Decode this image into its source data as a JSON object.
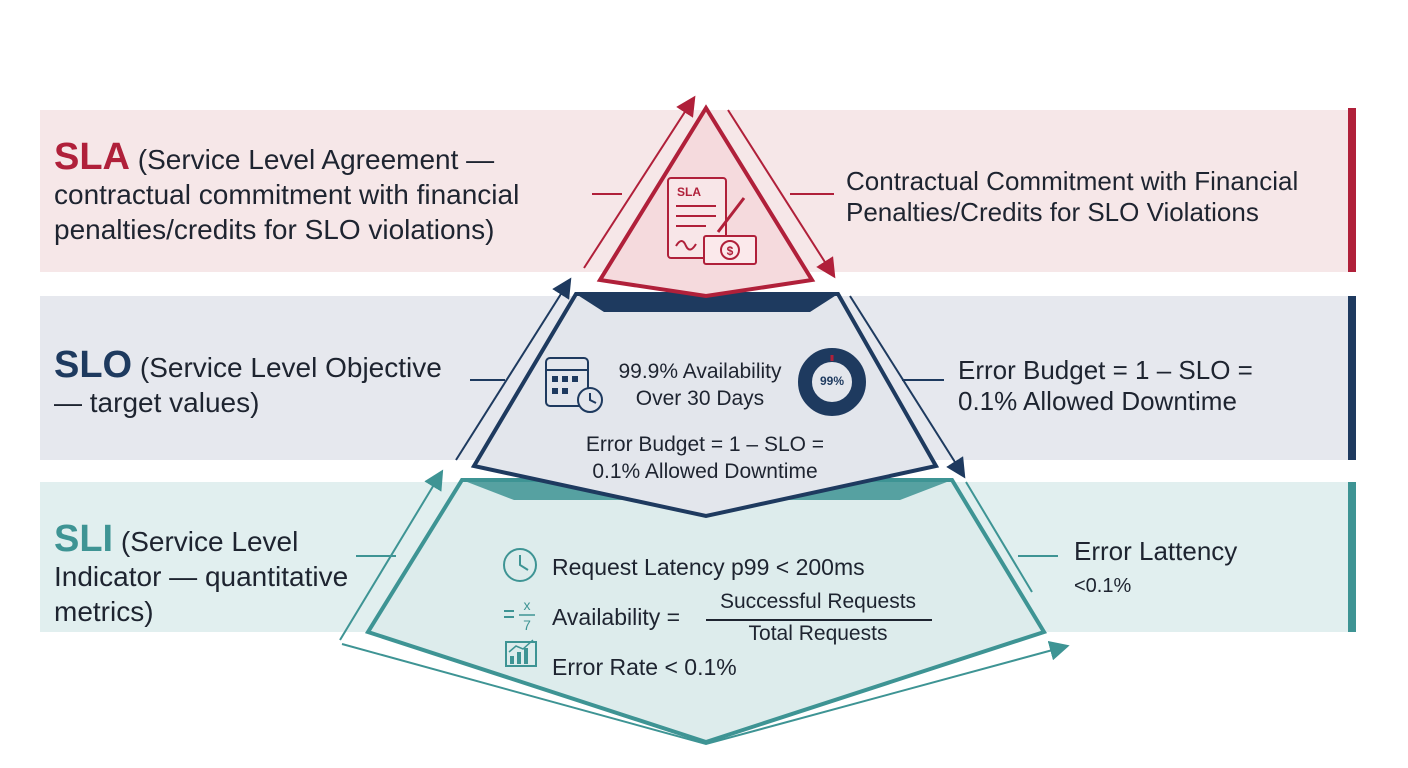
{
  "tiers": {
    "sla": {
      "acronym": "SLA",
      "left_description": "(Service Level Agreement — contractual commitment with financial penalties/credits for SLO violations)",
      "right_text": "Contractual Commitment with Financial Penalties/Credits  for SLO Violations",
      "icon_label": "SLA",
      "color": "#b0203a"
    },
    "slo": {
      "acronym": "SLO",
      "left_description": "(Service Level Objective — target values)",
      "availability_line1": "99.9% Availability",
      "availability_line2": "Over 30 Days",
      "donut_label": "99%",
      "budget_line1": "Error Budget = 1 – SLO =",
      "budget_line2": "0.1% Allowed Downtime",
      "right_line1": "Error Budget = 1 – SLO =",
      "right_line2": "0.1% Allowed Downtime",
      "color": "#1e3a5f"
    },
    "sli": {
      "acronym": "SLI",
      "left_description": "(Service Level Indicator — quantitative metrics)",
      "latency": "Request Latency p99 < 200ms",
      "availability_label": "Availability =",
      "availability_numerator": "Successful Requests",
      "availability_denominator": "Total Requests",
      "error_rate": "Error Rate < 0.1%",
      "right_line1": "Error Lattency",
      "right_line2": "<0.1%",
      "color": "#3e9494"
    }
  },
  "icons": [
    "contract-icon",
    "calendar-clock-icon",
    "donut-chart-icon",
    "clock-icon",
    "formula-icon",
    "bar-chart-icon"
  ]
}
